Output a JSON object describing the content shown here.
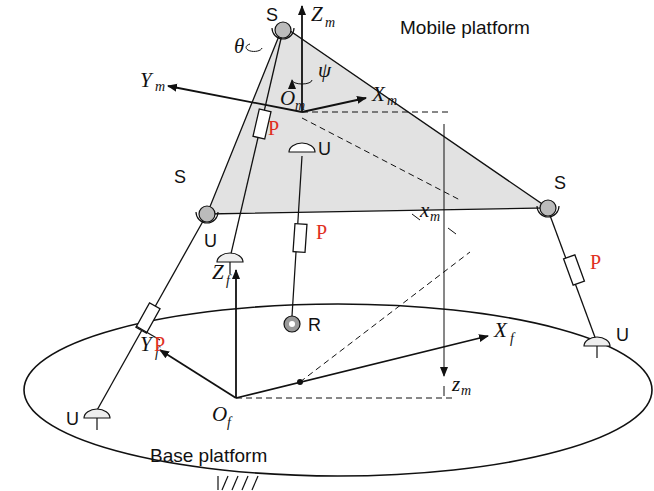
{
  "diagram": {
    "labels": [
      "S",
      "Z",
      "m",
      "Mobile platform",
      "θ",
      "ψ",
      "Y",
      "m",
      "O",
      "m",
      "X",
      "m",
      "P",
      "S",
      "U",
      "U",
      "P",
      "x",
      "m",
      "P",
      "S",
      "Z",
      "f",
      "R",
      "X",
      "f",
      "U",
      "Y",
      "f",
      "P",
      "O",
      "f",
      "U",
      "z",
      "m",
      "Base platform"
    ]
  }
}
